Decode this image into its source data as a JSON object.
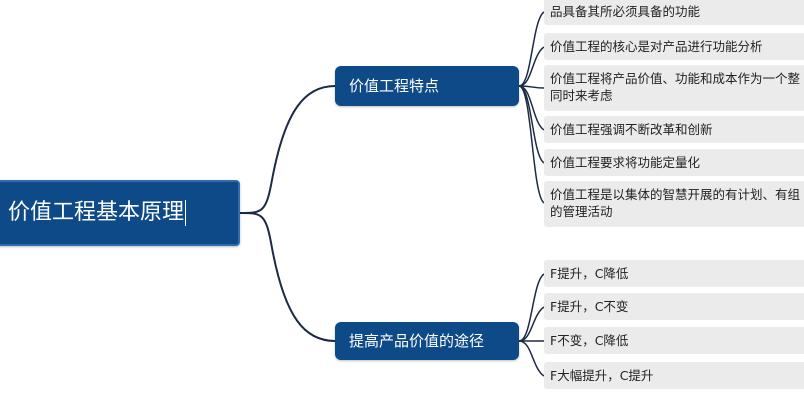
{
  "root": {
    "title": "价值工程基本原理"
  },
  "branches": [
    {
      "title": "价值工程特点",
      "items": [
        [
          "品具备其所必须具备的功能"
        ],
        [
          "价值工程的核心是对产品进行功能分析"
        ],
        [
          "价值工程将产品价值、功能和成本作为一个整",
          "同时来考虑"
        ],
        [
          "价值工程强调不断改革和创新"
        ],
        [
          "价值工程要求将功能定量化"
        ],
        [
          "价值工程是以集体的智慧开展的有计划、有组",
          "的管理活动"
        ]
      ]
    },
    {
      "title": "提高产品价值的途径",
      "items": [
        [
          "F提升，C降低"
        ],
        [
          "F提升，C不变"
        ],
        [
          "F不变，C降低"
        ],
        [
          "F大幅提升，C提升"
        ]
      ]
    }
  ],
  "colors": {
    "node_fill": "#0e4a87",
    "leaf_fill": "#ebebeb",
    "connector": "#1d2a44"
  }
}
